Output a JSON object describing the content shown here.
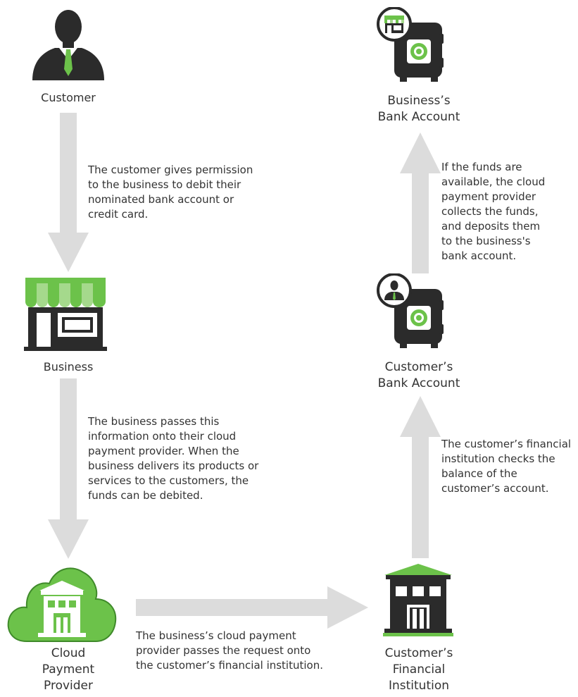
{
  "nodes": {
    "customer": {
      "label": "Customer"
    },
    "business": {
      "label": "Business"
    },
    "cloud_provider": {
      "label_lines": [
        "Cloud",
        "Payment",
        "Provider"
      ]
    },
    "financial_institution": {
      "label_lines": [
        "Customer’s",
        "Financial",
        "Institution"
      ]
    },
    "customer_bank": {
      "label_lines": [
        "Customer’s",
        "Bank Account"
      ]
    },
    "business_bank": {
      "label_lines": [
        "Business’s",
        "Bank Account"
      ]
    }
  },
  "steps": {
    "customer_to_business": {
      "lines": [
        "The customer gives permission",
        "to the business to debit their",
        "nominated bank account or",
        "credit card."
      ]
    },
    "business_to_provider": {
      "lines": [
        "The business passes this",
        "information onto their cloud",
        "payment provider. When the",
        "business delivers its products or",
        "services to the customers, the",
        "funds can be debited."
      ]
    },
    "provider_to_institution": {
      "lines": [
        "The business’s cloud payment",
        "provider passes the request onto",
        "the customer’s financial institution."
      ]
    },
    "institution_to_bank": {
      "lines": [
        "The customer’s financial",
        "institution checks the",
        "balance of the",
        "customer’s account."
      ]
    },
    "bank_to_business_bank": {
      "lines": [
        "If the funds are",
        "available, the cloud",
        "payment provider",
        "collects the funds,",
        "and deposits them",
        "to the business's",
        "bank account."
      ]
    }
  },
  "colors": {
    "accent": "#6cc24a",
    "icon_dark": "#2b2b2b",
    "arrow": "#dcdcdc"
  }
}
